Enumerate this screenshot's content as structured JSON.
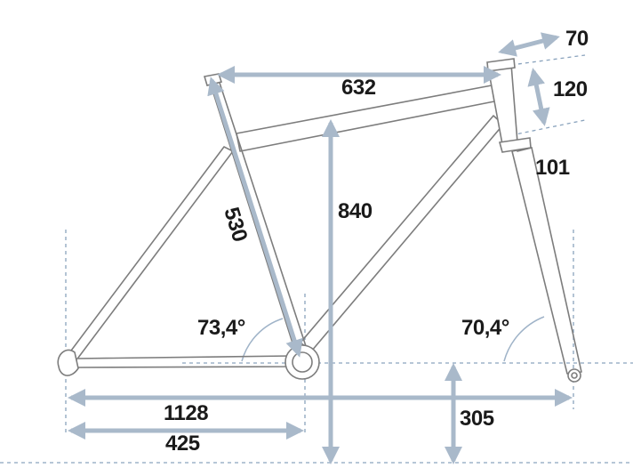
{
  "dimensions": {
    "top_tube": "632",
    "stem_length": "70",
    "stem_height": "120",
    "head_tube": "101",
    "seat_tube": "530",
    "stack": "840",
    "seat_angle": "73,4°",
    "head_angle": "70,4°",
    "wheelbase": "1128",
    "chainstay": "425",
    "bb_height": "305"
  },
  "colors": {
    "frame": "#7d7d7d",
    "dimension_arrows": "#a9b9ca",
    "guide_lines": "#8aa3bd",
    "text": "#1a1a1a"
  }
}
